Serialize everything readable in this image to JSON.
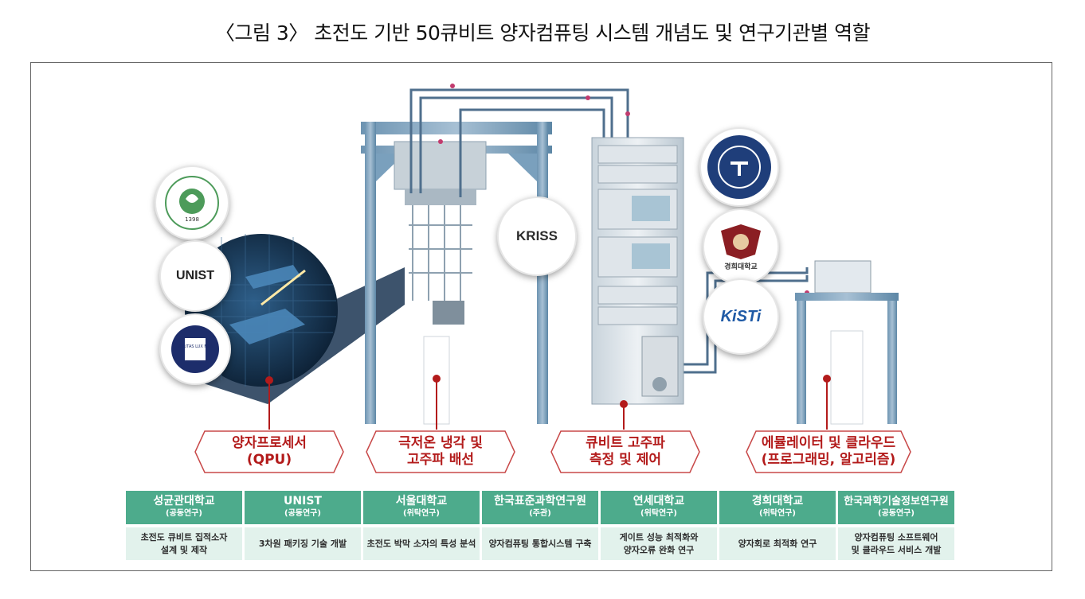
{
  "title": "〈그림 3〉 초전도 기반 50큐비트 양자컴퓨팅 시스템 개념도 및 연구기관별 역할",
  "stages": [
    {
      "line1": "양자프로세서",
      "line2": "(QPU)"
    },
    {
      "line1": "극저온 냉각 및",
      "line2": "고주파 배선"
    },
    {
      "line1": "큐비트 고주파",
      "line2": "측정 및 제어"
    },
    {
      "line1": "에뮬레이터 및 클라우드",
      "line2": "(프로그래밍, 알고리즘)"
    }
  ],
  "orgs": [
    {
      "name": "성균관대학교",
      "role": "(공동연구)",
      "task": "초전도 큐비트 집적소자\n설계 및 제작"
    },
    {
      "name": "UNIST",
      "role": "(공동연구)",
      "task": "3차원 패키징 기술 개발"
    },
    {
      "name": "서울대학교",
      "role": "(위탁연구)",
      "task": "초전도 박막 소자의 특성 분석"
    },
    {
      "name": "한국표준과학연구원",
      "role": "(주관)",
      "task": "양자컴퓨팅 통합시스템 구축"
    },
    {
      "name": "연세대학교",
      "role": "(위탁연구)",
      "task": "게이트 성능 최적화와\n양자오류 완화 연구"
    },
    {
      "name": "경희대학교",
      "role": "(위탁연구)",
      "task": "양자회로 최적화 연구"
    },
    {
      "name": "한국과학기술정보연구원",
      "role": "(공동연구)",
      "task": "양자컴퓨팅 소프트웨어\n및 클라우드 서비스 개발"
    }
  ],
  "logos": {
    "unist": "UNIST",
    "kriss": "KRISS",
    "kisti": "KiSTi",
    "khu_caption": "경희대학교",
    "snu_motto": "VERITAS LUX MEA",
    "skku_year": "1398"
  },
  "colors": {
    "green": "#4dab8c",
    "mint": "#e2f2ec",
    "red": "#b31b1b",
    "steel": "#5d87a6"
  }
}
